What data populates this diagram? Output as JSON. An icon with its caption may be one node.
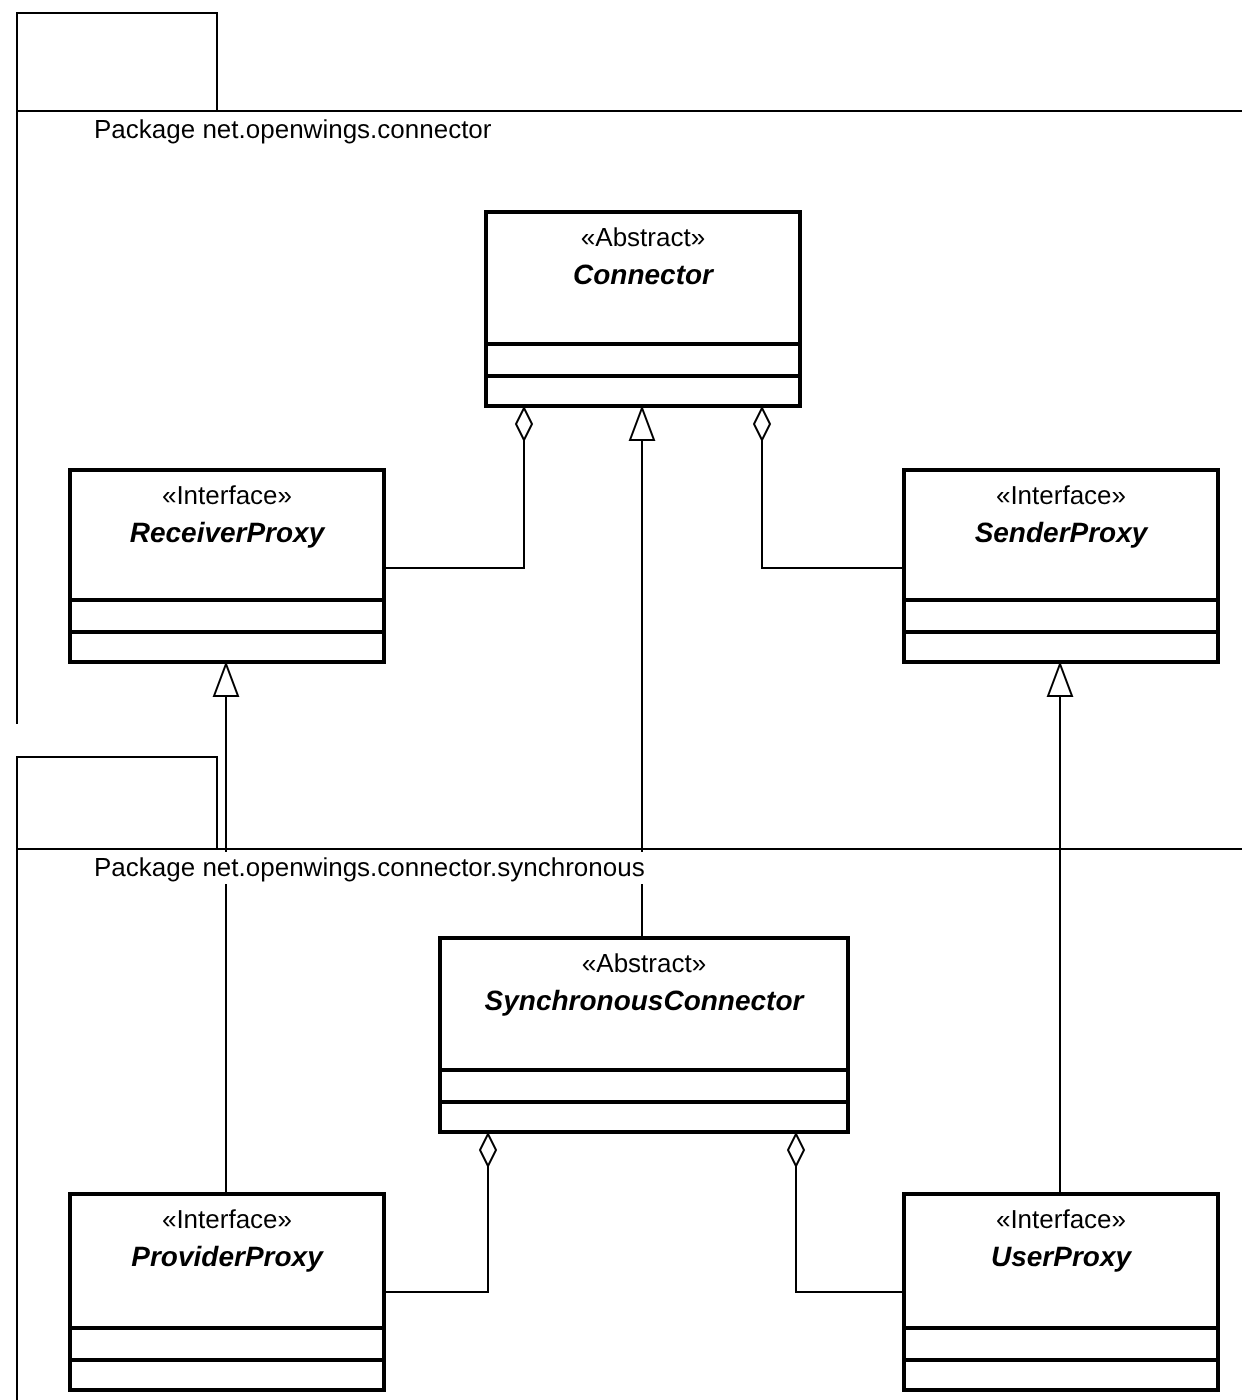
{
  "diagram": {
    "nodes": [
      {
        "text": [
          "Package net.openwings.connector"
        ]
      },
      {
        "text": [
          "«Abstract»",
          "Connector"
        ],
        "in": 0
      },
      {
        "text": [
          "«Interface»",
          "ReceiverProxy"
        ],
        "in": 0
      },
      {
        "text": [
          "«Interface»",
          "SenderProxy"
        ],
        "in": 0
      },
      {
        "text": [
          "Package net.openwings.connector.synchronous"
        ]
      },
      {
        "text": [
          "«Abstract»",
          "SynchronousConnector"
        ],
        "in": 4
      },
      {
        "text": [
          "«Interface»",
          "ProviderProxy"
        ],
        "in": 4
      },
      {
        "text": [
          "«Interface»",
          "UserProxy"
        ],
        "in": 4
      }
    ],
    "edges": [
      {
        "from": 1,
        "to": 2,
        "arrow": "other"
      },
      {
        "from": 1,
        "to": 3,
        "arrow": "other"
      },
      {
        "from": 5,
        "to": 1,
        "arrow": "to"
      },
      {
        "from": 6,
        "to": 2,
        "arrow": "to"
      },
      {
        "from": 7,
        "to": 3,
        "arrow": "to"
      },
      {
        "from": 5,
        "to": 6,
        "arrow": "other"
      },
      {
        "from": 5,
        "to": 7,
        "arrow": "other"
      }
    ]
  }
}
